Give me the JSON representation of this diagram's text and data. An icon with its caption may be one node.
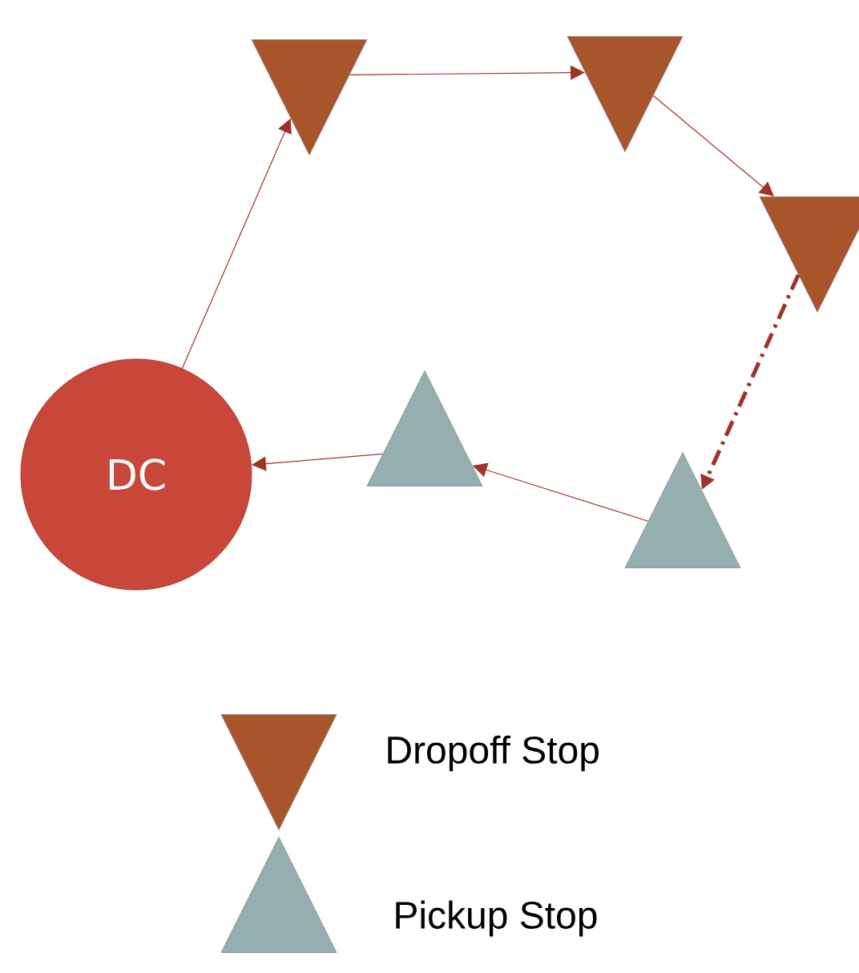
{
  "diagram": {
    "nodes": [
      {
        "text": [
          "DC"
        ]
      },
      {
        "text": [],
        "shape": "inverted-triangle"
      },
      {
        "text": [],
        "shape": "inverted-triangle"
      },
      {
        "text": [],
        "shape": "inverted-triangle"
      },
      {
        "text": [],
        "shape": "triangle"
      },
      {
        "text": [],
        "shape": "triangle"
      }
    ],
    "edges": [
      {
        "from": 0,
        "to": 1,
        "arrow": "to"
      },
      {
        "from": 1,
        "to": 2,
        "arrow": "to"
      },
      {
        "from": 2,
        "to": 3,
        "arrow": "to"
      },
      {
        "from": 3,
        "to": 4,
        "arrow": "to",
        "style": "dashed"
      },
      {
        "from": 4,
        "to": 5,
        "arrow": "to"
      },
      {
        "from": 5,
        "to": 0,
        "arrow": "to"
      }
    ],
    "legend": [
      {
        "text": "Dropoff Stop",
        "color": "#a9552b"
      },
      {
        "text": "Pickup Stop",
        "color": "#95afaf"
      }
    ]
  }
}
